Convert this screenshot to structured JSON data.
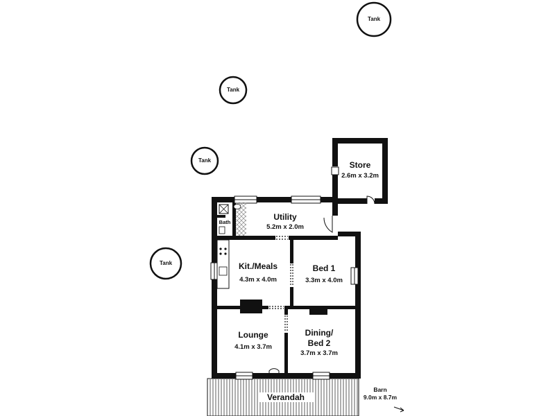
{
  "tanks": [
    "Tank",
    "Tank",
    "Tank",
    "Tank"
  ],
  "rooms": {
    "store": {
      "name": "Store",
      "dims": "2.6m x 3.2m"
    },
    "utility": {
      "name": "Utility",
      "dims": "5.2m x 2.0m"
    },
    "bath": {
      "name": "Bath"
    },
    "kitchen": {
      "name": "Kit./Meals",
      "dims": "4.3m x 4.0m"
    },
    "bed1": {
      "name": "Bed 1",
      "dims": "3.3m x 4.0m"
    },
    "lounge": {
      "name": "Lounge",
      "dims": "4.1m x 3.7m"
    },
    "dining": {
      "name_line1": "Dining/",
      "name_line2": "Bed 2",
      "dims": "3.7m x 3.7m"
    },
    "verandah": {
      "name": "Verandah"
    }
  },
  "barn": {
    "name": "Barn",
    "dims": "9.0m x 8.7m"
  },
  "colors": {
    "wall": "#111111",
    "background": "#ffffff",
    "tile": "#9a9a9a"
  }
}
